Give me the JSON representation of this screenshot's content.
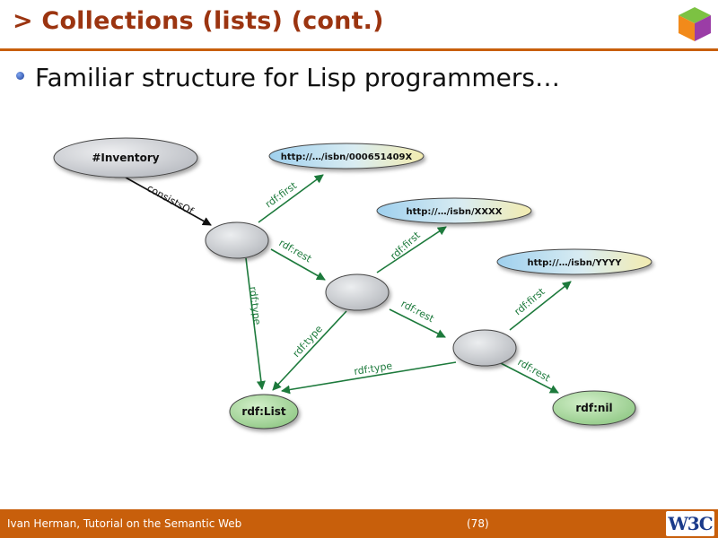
{
  "slide": {
    "title": "> Collections (lists) (cont.)",
    "bullet": "Familiar structure for Lisp programmers…"
  },
  "diagram": {
    "nodes": {
      "inventory": "#Inventory",
      "isbn1": "http://…/isbn/000651409X",
      "isbn2": "http://…/isbn/XXXX",
      "isbn3": "http://…/isbn/YYYY",
      "list": "rdf:List",
      "nil": "rdf:nil"
    },
    "edges": {
      "consists_of": "consistsOf",
      "first1": "rdf:first",
      "rest1": "rdf:rest",
      "type1": "rdf:type",
      "first2": "rdf:first",
      "rest2": "rdf:rest",
      "type2": "rdf:type",
      "first3": "rdf:first",
      "rest3": "rdf:rest",
      "type3": "rdf:type"
    }
  },
  "footer": {
    "left": "Ivan Herman, Tutorial on the Semantic Web",
    "page": "(78)",
    "logo_text": "W3C"
  },
  "colors": {
    "title": "#9b3410",
    "accent_bar": "#c85f0b",
    "edge": "#1d7a3c",
    "blank_node": "#d0d2d6",
    "class_node": "#a9d8a0"
  }
}
